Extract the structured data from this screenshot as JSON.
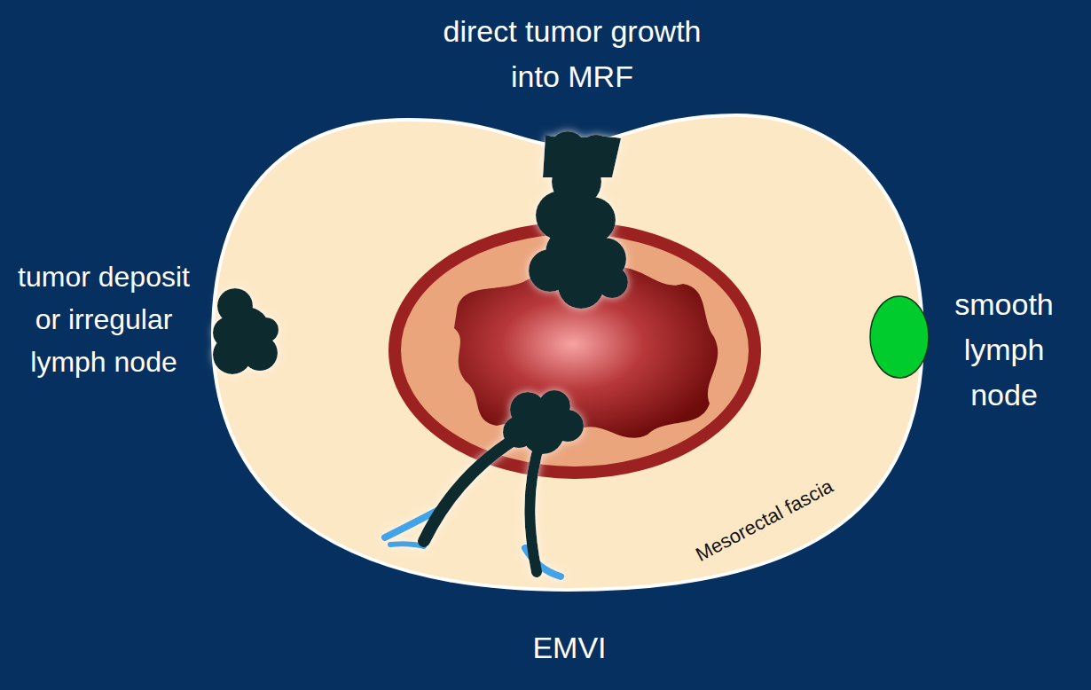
{
  "diagram": {
    "labels": [
      "direct tumor growth into MRF",
      "tumor deposit or irregular lymph node",
      "smooth lymph node",
      "Mesorectal fascia",
      "EMVI"
    ]
  }
}
